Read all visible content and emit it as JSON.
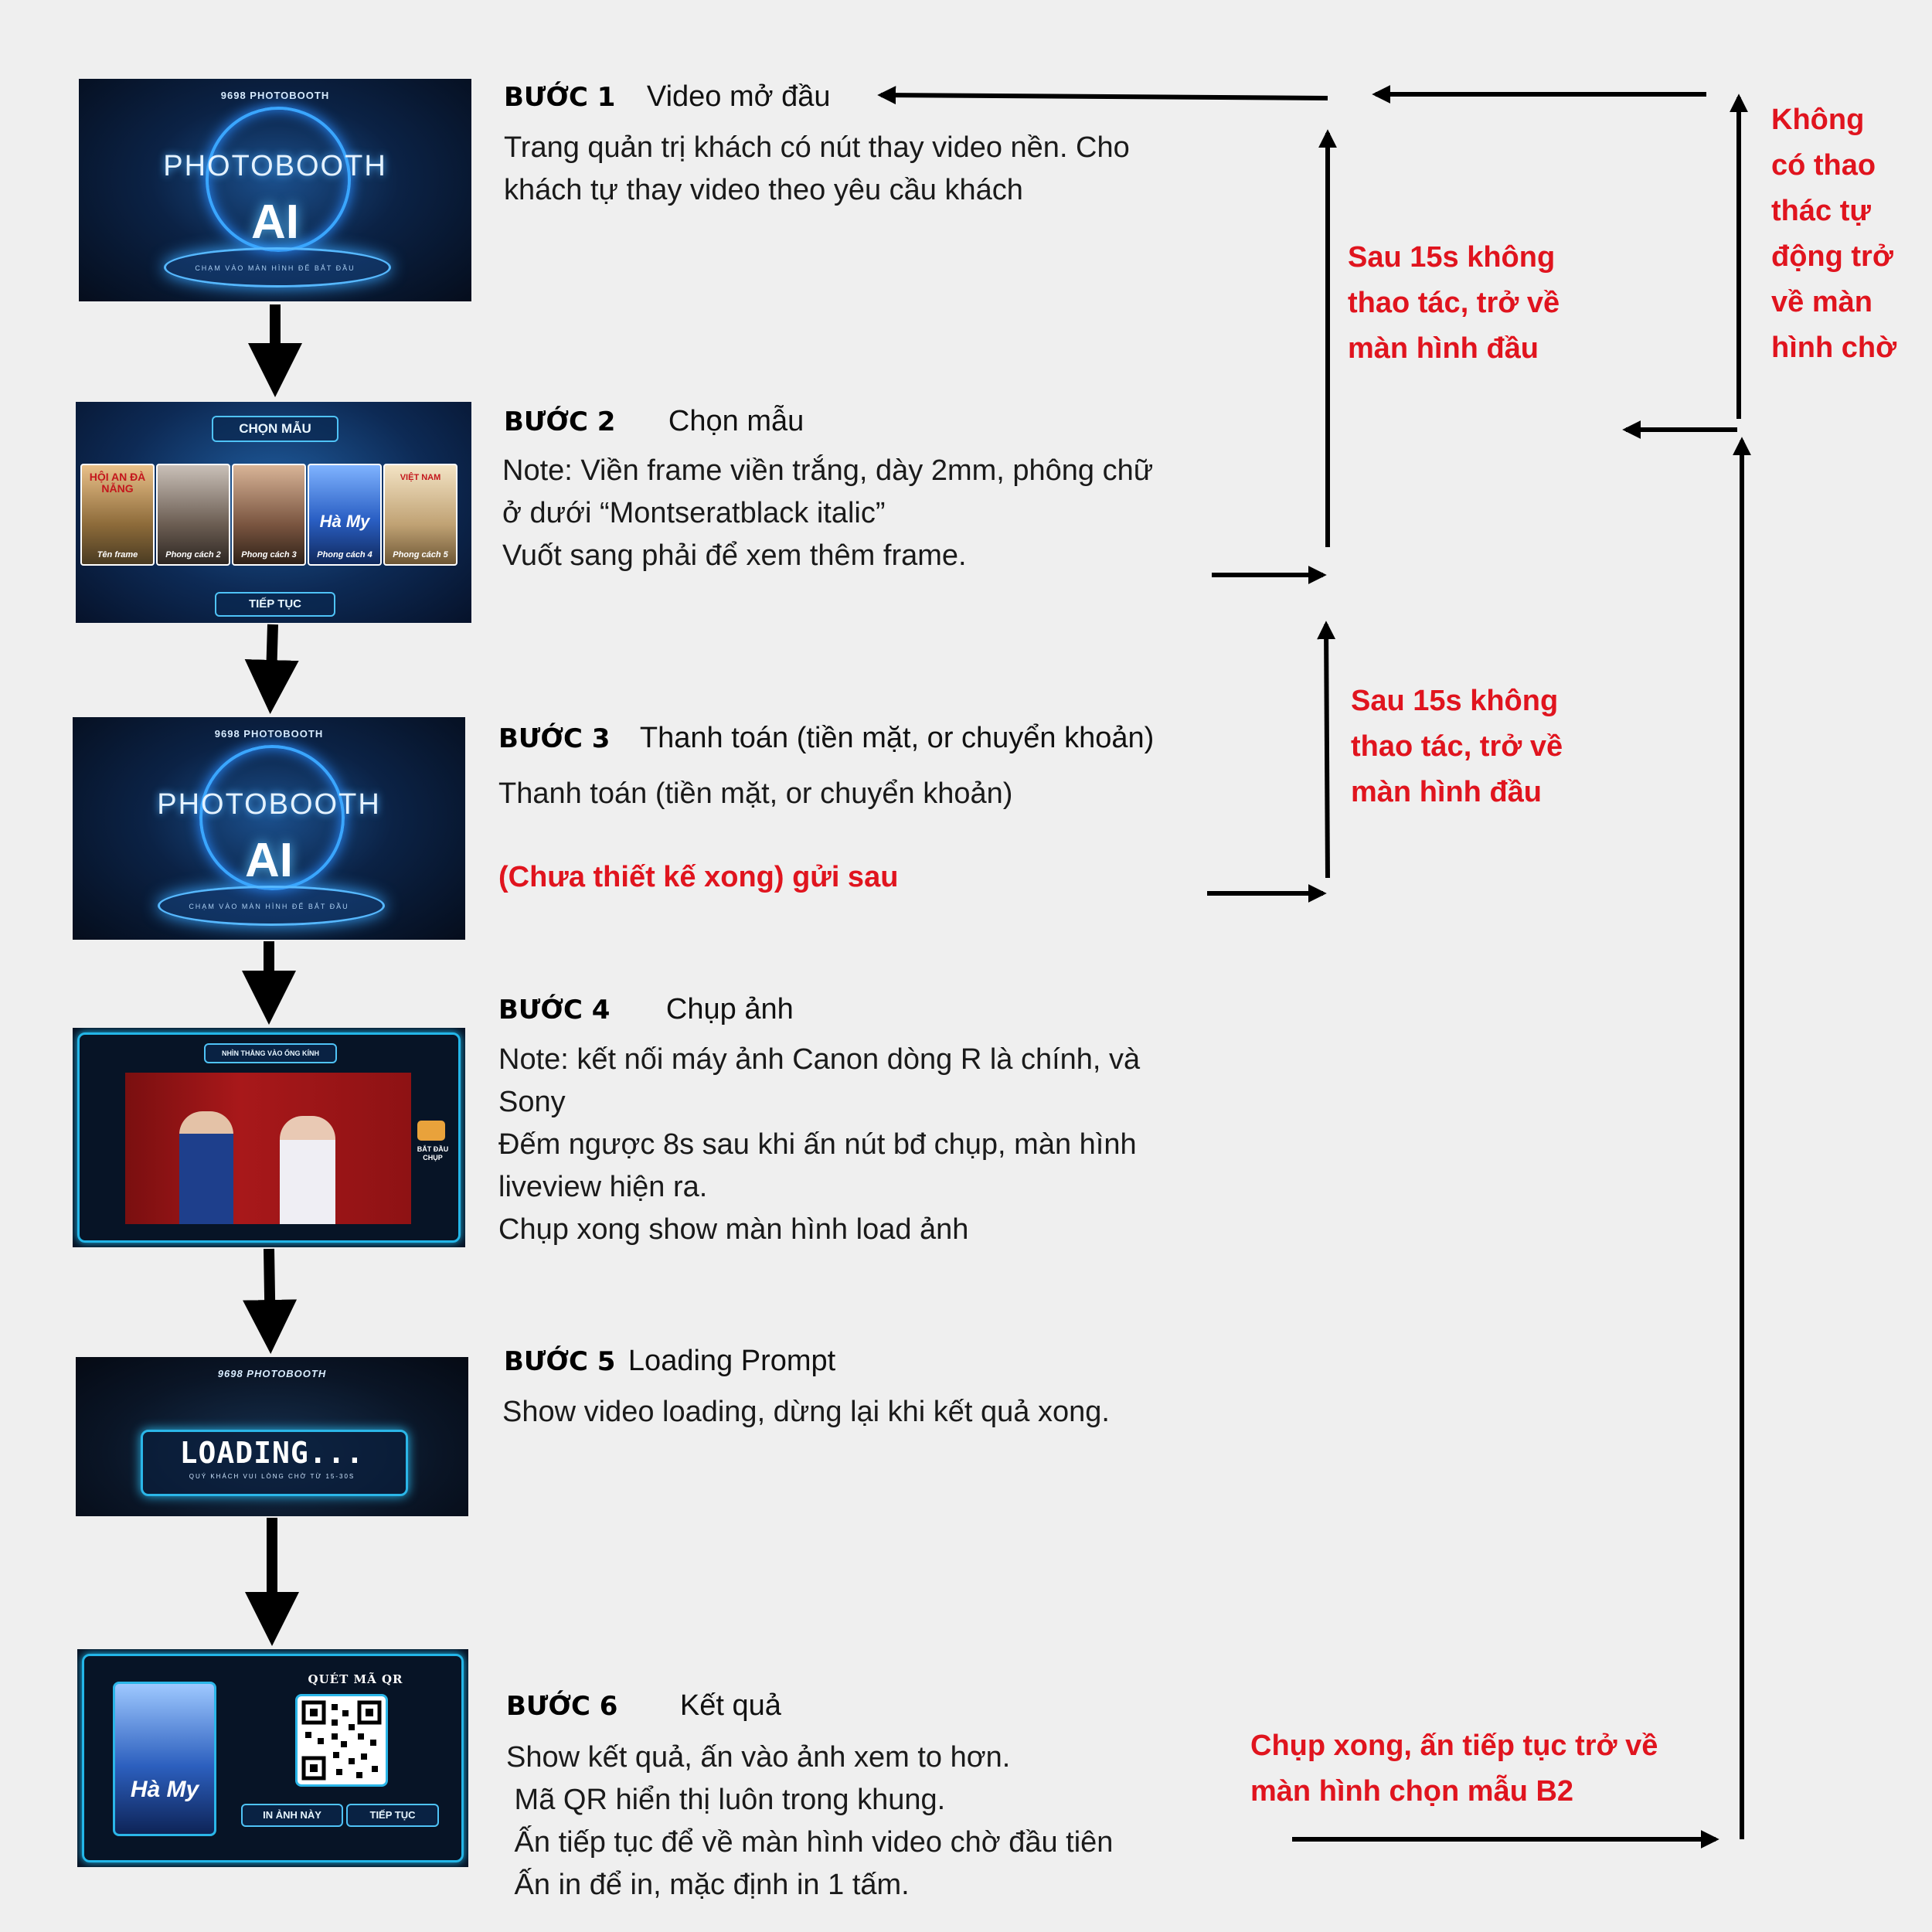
{
  "steps": [
    {
      "label": "BƯỚC 1",
      "name": "Video mở đầu",
      "lines": [
        "Trang quản trị khách có nút thay video nền. Cho",
        "khách tự thay video theo yêu cầu khách"
      ]
    },
    {
      "label": "BƯỚC 2",
      "name": "Chọn mẫu",
      "lines": [
        "Note: Viền frame viền trắng, dày 2mm, phông chữ",
        "ở dưới “Montseratblack italic”",
        "Vuốt sang phải để xem thêm frame."
      ]
    },
    {
      "label": "BƯỚC 3",
      "name": "Thanh toán (tiền mặt, or chuyển khoản)",
      "lines": [
        "Thanh toán (tiền mặt, or chuyển khoản)"
      ],
      "note_red": "(Chưa thiết kế xong) gửi sau"
    },
    {
      "label": "BƯỚC 4",
      "name": "Chụp ảnh",
      "lines": [
        "Note: kết nối máy ảnh Canon dòng R là chính, và",
        "Sony",
        "Đếm ngược 8s sau khi ấn nút bđ chụp, màn hình",
        "liveview hiện ra.",
        "Chụp xong show màn hình load ảnh"
      ]
    },
    {
      "label": "BƯỚC 5",
      "name": "Loading Prompt",
      "lines": [
        "Show video loading, dừng lại khi kết quả xong."
      ]
    },
    {
      "label": "BƯỚC 6",
      "name": "Kết quả",
      "lines": [
        "Show kết quả, ấn vào ảnh xem to hơn.",
        " Mã QR hiển thị luôn trong khung.",
        " Ấn tiếp tục để về màn hình video chờ đầu tiên",
        " Ấn in để in, mặc định in 1 tấm."
      ]
    }
  ],
  "annotations": {
    "timeout_1": [
      "Sau 15s không",
      "thao tác, trở về",
      "màn hình đầu"
    ],
    "timeout_2": [
      "Sau 15s không",
      "thao tác, trở về",
      "màn hình đầu"
    ],
    "idle": [
      "Không",
      "có thao",
      "thác tự",
      "động trở",
      "về màn",
      "hình chờ"
    ],
    "return_b2": [
      "Chụp xong, ấn tiếp tục trở về",
      "màn hình chọn mẫu B2"
    ]
  },
  "thumbs": {
    "intro": {
      "brand": "9698 PHOTOBOOTH",
      "title": "PHOTOBOOTH",
      "ai": "AI",
      "hint": "CHẠM VÀO MÀN HÌNH ĐỂ BẮT ĐẦU"
    },
    "select": {
      "header": "CHỌN MẪU",
      "cards": [
        "Tên frame",
        "Phong cách 2",
        "Phong cách 3",
        "Phong cách 4",
        "Phong cách 5"
      ],
      "card1_text": "HỘI AN ĐÀ NẴNG",
      "card4_text": "Hà My",
      "card5_text": "VIỆT NAM",
      "button": "TIẾP TỤC"
    },
    "capture": {
      "header": "NHÌN THẲNG VÀO ỐNG KÍNH",
      "start": "BẮT ĐẦU CHỤP"
    },
    "loading": {
      "brand": "9698 PHOTOBOOTH",
      "title": "LOADING...",
      "sub": "QUÝ KHÁCH VUI LÒNG CHỜ TỪ 15-30S"
    },
    "result": {
      "qr_label": "QUÉT MÃ QR",
      "photo_text": "Hà My",
      "print": "IN ẢNH NÀY",
      "next": "TIẾP TỤC"
    }
  },
  "colors": {
    "accent_red": "#e0141e",
    "neon_blue": "#3aa6ff",
    "background": "#efefef"
  }
}
